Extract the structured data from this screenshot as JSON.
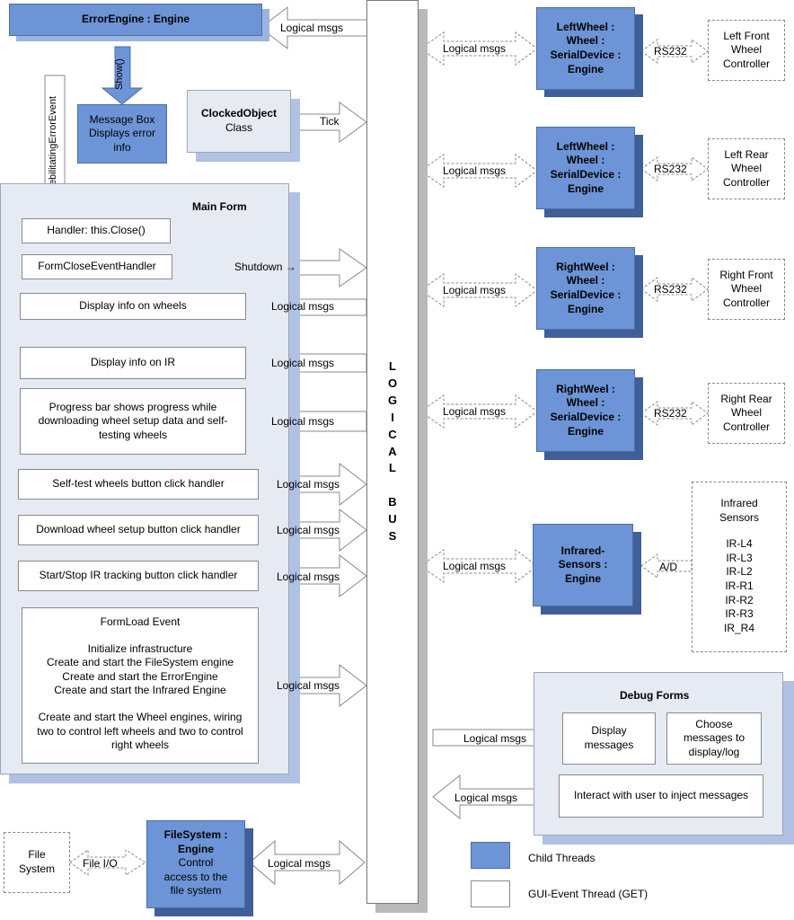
{
  "error_engine": {
    "title": "ErrorEngine : Engine"
  },
  "message_box": {
    "text": "Message Box\nDisplays error\ninfo"
  },
  "show_label": "Show()",
  "debilitating_label": "DebilitatingErrorEvent",
  "clocked_object": {
    "name": "ClockedObject",
    "kind": "Class"
  },
  "tick_label": "Tick",
  "main_form": {
    "title": "Main Form",
    "handler": "Handler:  this.Close()",
    "form_close": "FormCloseEventHandler",
    "shutdown": "Shutdown →",
    "display_wheels": "Display info on wheels",
    "display_ir": "Display info on IR",
    "progress": "Progress bar shows progress while\ndownloading wheel setup data and self-\ntesting wheels",
    "self_test": "Self-test wheels button click handler",
    "download": "Download wheel setup button click handler",
    "start_stop": "Start/Stop IR tracking button click handler",
    "formload_title": "FormLoad Event",
    "formload_body": "Initialize infrastructure\nCreate and start the FileSystem engine\nCreate and start the ErrorEngine\nCreate and start the Infrared Engine",
    "formload_body2": "Create and start the Wheel engines, wiring\ntwo to control left wheels and two to control\nright wheels"
  },
  "logical_msgs": "Logical msgs",
  "logical_msgs_arrow": "⇠ Logical msgs ⇢",
  "bus_label": "L\nO\nG\nI\nC\nA\nL\n\nB\nU\nS",
  "wheel_engines": [
    {
      "title": "LeftWheel :\nWheel :\nSerialDevice :\nEngine",
      "link": "RS232",
      "controller": "Left Front\nWheel\nController"
    },
    {
      "title": "LeftWheel :\nWheel :\nSerialDevice :\nEngine",
      "link": "RS232",
      "controller": "Left Rear\nWheel\nController"
    },
    {
      "title": "RightWeel :\nWheel :\nSerialDevice :\nEngine",
      "link": "RS232",
      "controller": "Right Front\nWheel\nController"
    },
    {
      "title": "RightWeel :\nWheel :\nSerialDevice :\nEngine",
      "link": "RS232",
      "controller": "Right Rear\nWheel\nController"
    }
  ],
  "infrared_engine": {
    "title": "Infrared-\nSensors :\nEngine",
    "link": "A/D"
  },
  "infrared_sensors": {
    "title": "Infrared\nSensors",
    "items": [
      "IR-L4",
      "IR-L3",
      "IR-L2",
      "IR-R1",
      "IR-R2",
      "IR-R3",
      "IR_R4"
    ]
  },
  "debug_forms": {
    "title": "Debug Forms",
    "display": "Display\nmessages",
    "choose": "Choose\nmessages to\ndisplay/log",
    "interact": "Interact with user to inject messages"
  },
  "filesystem_engine": {
    "title": "FileSystem :\nEngine",
    "body": "Control\naccess to the\nfile system"
  },
  "file_io": "File I/O",
  "file_system": "File\nSystem",
  "legend": [
    {
      "label": "Child Threads",
      "color": "#6c94d6"
    },
    {
      "label": "GUI-Event Thread (GET)",
      "color": "#ffffff"
    }
  ]
}
